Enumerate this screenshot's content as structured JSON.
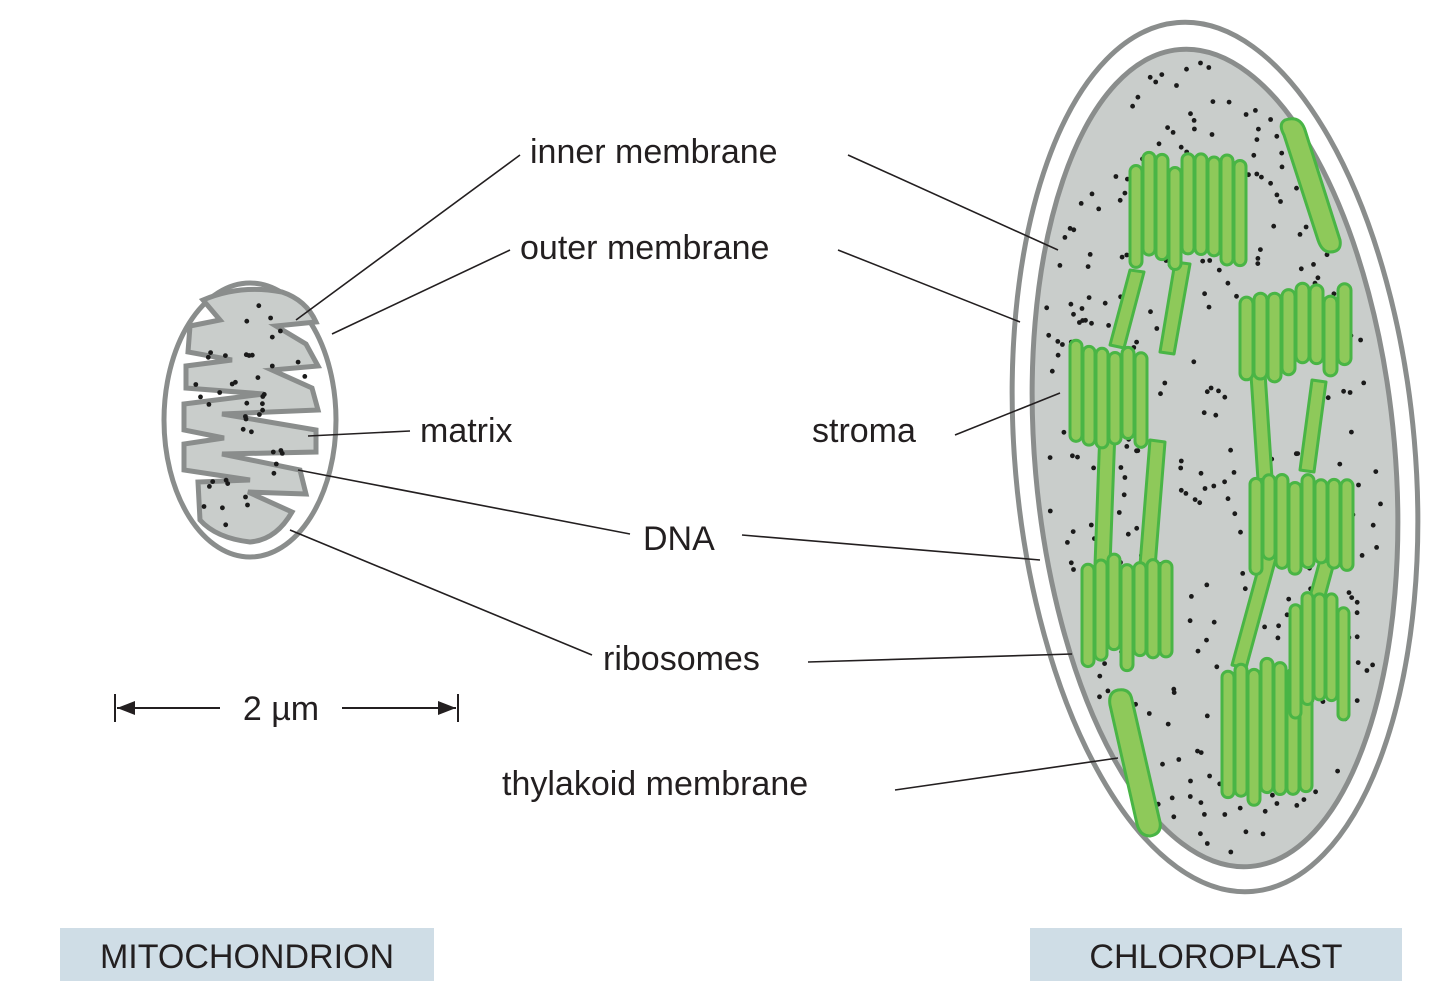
{
  "labels": {
    "inner_membrane": "inner membrane",
    "outer_membrane": "outer membrane",
    "matrix": "matrix",
    "stroma": "stroma",
    "dna": "DNA",
    "ribosomes": "ribosomes",
    "thylakoid_membrane": "thylakoid membrane"
  },
  "scale_bar": {
    "label": "2 µm"
  },
  "titles": {
    "mitochondrion": "MITOCHONDRION",
    "chloroplast": "CHLOROPLAST"
  },
  "colors": {
    "membrane": "#8a8d8c",
    "interior": "#c9cdcb",
    "dna": "#e8232a",
    "thylakoid_fill": "#8ec95a",
    "thylakoid_stroke": "#49b545",
    "title_box": "#cfdde6",
    "ribosome": "#1a1a1a"
  }
}
